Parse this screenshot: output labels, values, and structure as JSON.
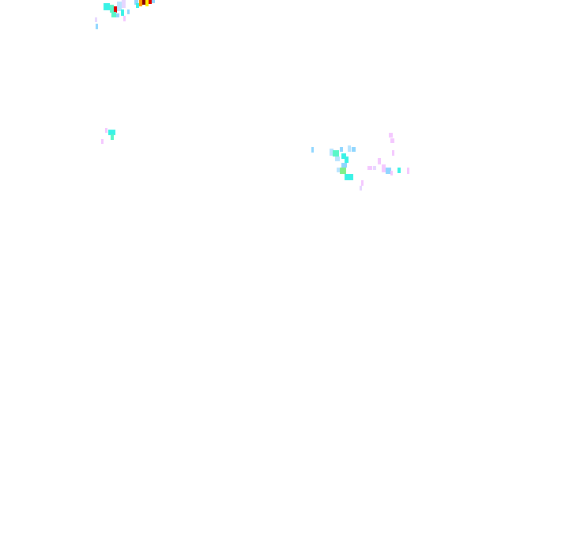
{
  "map": {
    "kind": "radar-reflectivity-overlay",
    "background_color": "#ffffff",
    "palette": {
      "very-light": "#e6d6ff",
      "light-pink": "#f4c8ff",
      "pale-blue": "#b8e4ff",
      "light-blue": "#8fd6ff",
      "cyan": "#39f2e6",
      "aqua": "#58f7c8",
      "green": "#7ef08a",
      "yellow": "#fff000",
      "orange": "#ff9a00",
      "red": "#e00000",
      "dark-red": "#8c0000"
    },
    "echo_clusters": [
      {
        "name": "northwest-band",
        "intensity_levels": [
          "very-light",
          "light-blue",
          "cyan",
          "aqua",
          "yellow",
          "orange",
          "red",
          "dark-red"
        ]
      },
      {
        "name": "west-fragment",
        "intensity_levels": [
          "light-pink",
          "cyan",
          "aqua"
        ]
      },
      {
        "name": "central-cluster",
        "intensity_levels": [
          "pale-blue",
          "light-blue",
          "cyan",
          "aqua",
          "green"
        ]
      },
      {
        "name": "central-east-scatter",
        "intensity_levels": [
          "very-light",
          "light-pink",
          "light-blue",
          "cyan"
        ]
      }
    ]
  }
}
